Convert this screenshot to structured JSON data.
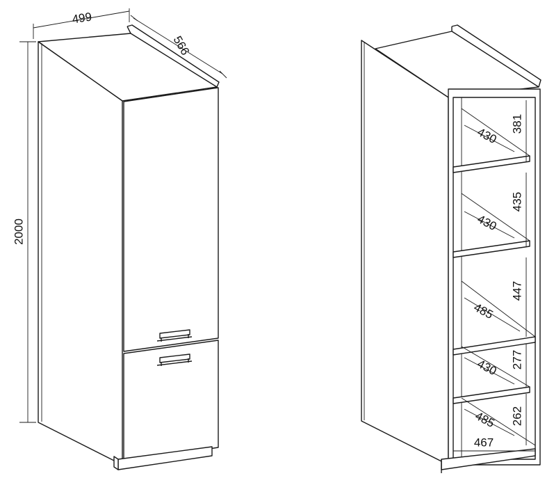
{
  "colors": {
    "line": "#1a1a1a",
    "background": "#ffffff",
    "text": "#111111"
  },
  "closed_cabinet": {
    "width_label": "499",
    "depth_label": "566",
    "height_label": "2000"
  },
  "open_cabinet": {
    "compartment_heights": [
      "381",
      "435",
      "447",
      "277",
      "262"
    ],
    "shelf_depths": [
      "430",
      "430",
      "485",
      "430",
      "485"
    ],
    "bottom_width_label": "467"
  }
}
